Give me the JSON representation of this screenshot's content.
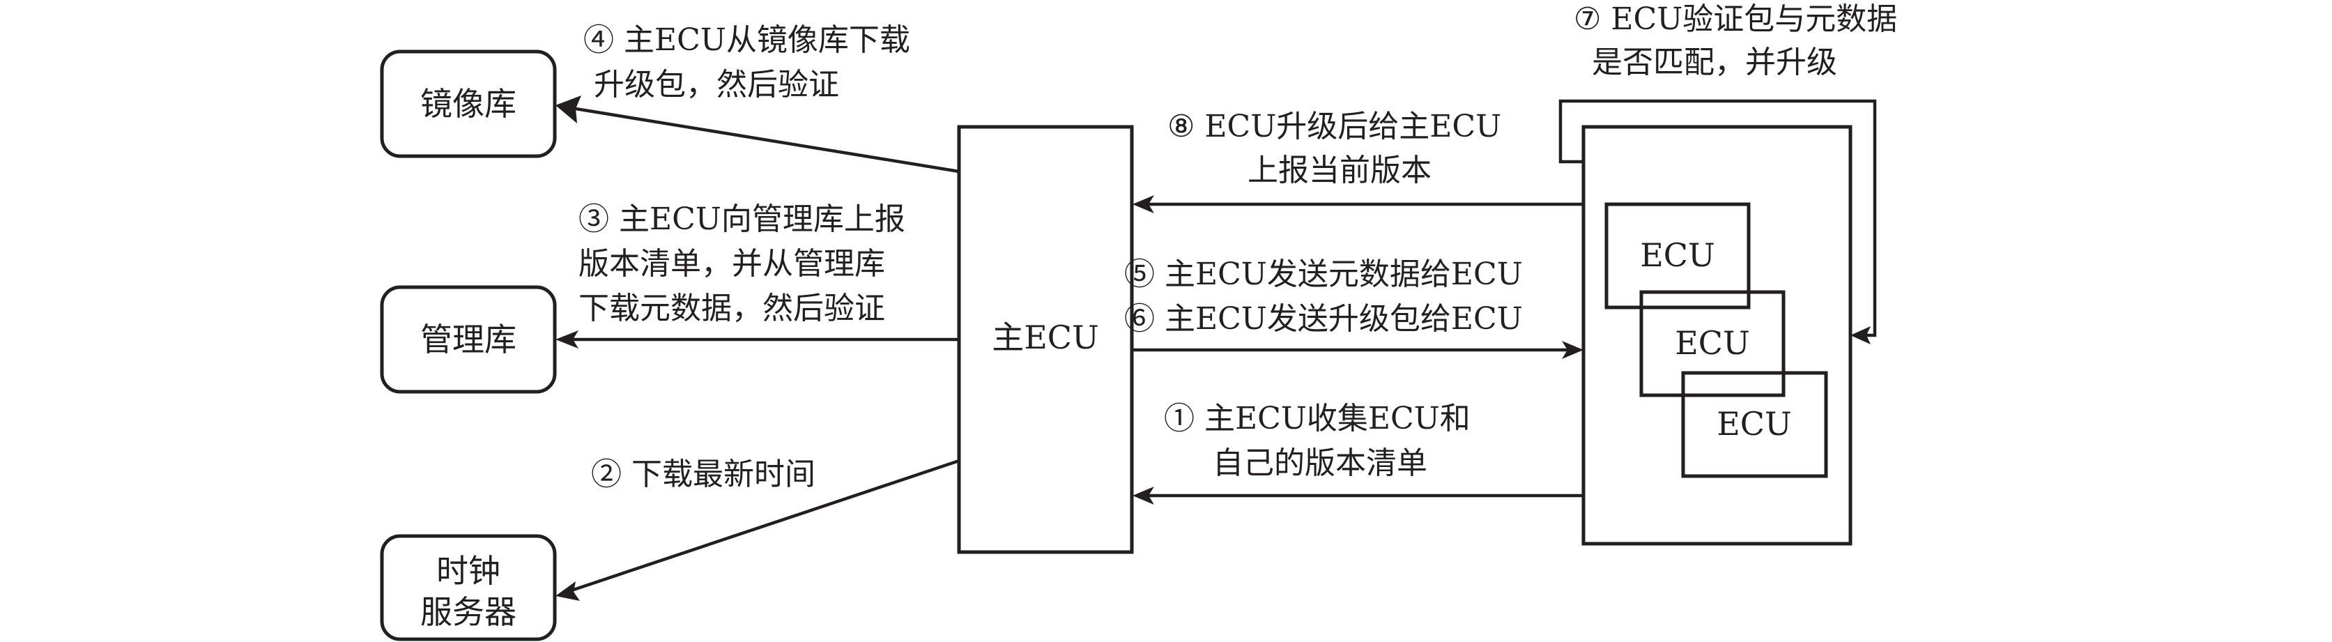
{
  "nodes": {
    "mirror_repo": {
      "label": "镜像库"
    },
    "director_repo": {
      "label": "管理库"
    },
    "time_server": {
      "label_lines": [
        "时钟",
        "服务器"
      ]
    },
    "primary_ecu": {
      "label": "主ECU"
    },
    "ecu_group": {
      "ecus": [
        "ECU",
        "ECU",
        "ECU"
      ]
    }
  },
  "edges": [
    {
      "step": 1,
      "from": "ecu_group",
      "to": "primary_ecu",
      "lines": [
        "① 主ECU收集ECU和",
        "自己的版本清单"
      ]
    },
    {
      "step": 2,
      "from": "primary_ecu",
      "to": "time_server",
      "lines": [
        "② 下载最新时间"
      ]
    },
    {
      "step": 3,
      "from": "primary_ecu",
      "to": "director_repo",
      "lines": [
        "③ 主ECU向管理库上报",
        "版本清单，并从管理库",
        "下载元数据，然后验证"
      ]
    },
    {
      "step": 4,
      "from": "primary_ecu",
      "to": "mirror_repo",
      "lines": [
        "④ 主ECU从镜像库下载",
        "升级包，然后验证"
      ]
    },
    {
      "step": 5,
      "from": "primary_ecu",
      "to": "ecu_group",
      "lines": [
        "⑤ 主ECU发送元数据给ECU"
      ]
    },
    {
      "step": 6,
      "from": "primary_ecu",
      "to": "ecu_group",
      "lines": [
        "⑥ 主ECU发送升级包给ECU"
      ]
    },
    {
      "step": 7,
      "from": "ecu_group",
      "to": "ecu_group",
      "lines": [
        "⑦ ECU验证包与元数据",
        "是否匹配，并升级"
      ]
    },
    {
      "step": 8,
      "from": "ecu_group",
      "to": "primary_ecu",
      "lines": [
        "⑧ ECU升级后给主ECU",
        "上报当前版本"
      ]
    }
  ]
}
